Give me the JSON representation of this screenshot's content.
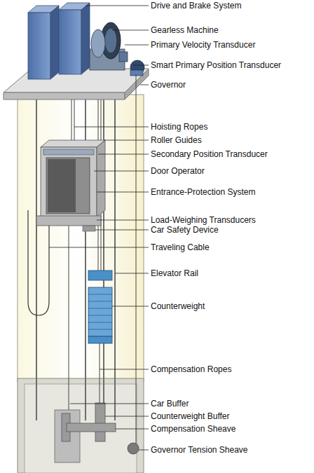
{
  "diagram": {
    "labels": [
      "Drive and Brake System",
      "Gearless Machine",
      "Primary Velocity Transducer",
      "Smart Primary Position Transducer",
      "Governor",
      "Hoisting Ropes",
      "Roller Guides",
      "Secondary Position Transducer",
      "Door Operator",
      "Entrance-Protection System",
      "Load-Weighing Transducers",
      "Car Safety Device",
      "Traveling Cable",
      "Elevator Rail",
      "Counterweight",
      "Compensation Ropes",
      "Car Buffer",
      "Counterweight Buffer",
      "Compensation Sheave",
      "Governor Tension Sheave"
    ]
  }
}
